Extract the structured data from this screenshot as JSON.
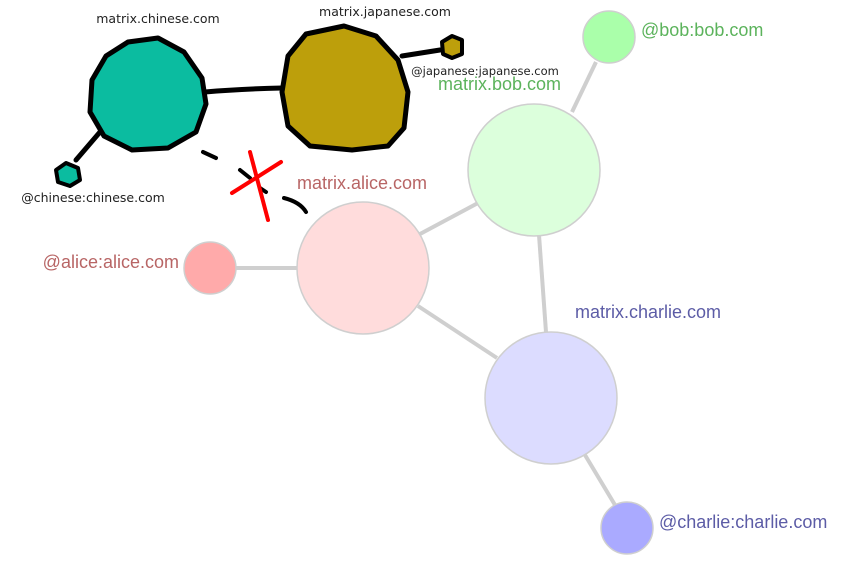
{
  "colors": {
    "link": "#cfcfcf",
    "sketch_outline": "#000000",
    "chinese_fill": "#0bbca0",
    "japanese_fill": "#bd9f0b",
    "cross": "#ff0000",
    "alice_server_fill": "#ffdcdc",
    "alice_user_fill": "#ffaaaa",
    "alice_text": "#b86565",
    "bob_server_fill": "#dcffdc",
    "bob_user_fill": "#aaffaa",
    "bob_text": "#5cb35c",
    "charlie_server_fill": "#dcdcff",
    "charlie_user_fill": "#aaaaff",
    "charlie_text": "#5c5ca6",
    "sketch_text": "#222222"
  },
  "sketch": {
    "chinese_server_label": "matrix.chinese.com",
    "japanese_server_label": "matrix.japanese.com",
    "chinese_user_label": "@chinese:chinese.com",
    "japanese_user_label": "@japanese:japanese.com"
  },
  "nodes": {
    "alice_server_label": "matrix.alice.com",
    "alice_user_label": "@alice:alice.com",
    "bob_server_label": "matrix.bob.com",
    "bob_user_label": "@bob:bob.com",
    "charlie_server_label": "matrix.charlie.com",
    "charlie_user_label": "@charlie:charlie.com"
  }
}
